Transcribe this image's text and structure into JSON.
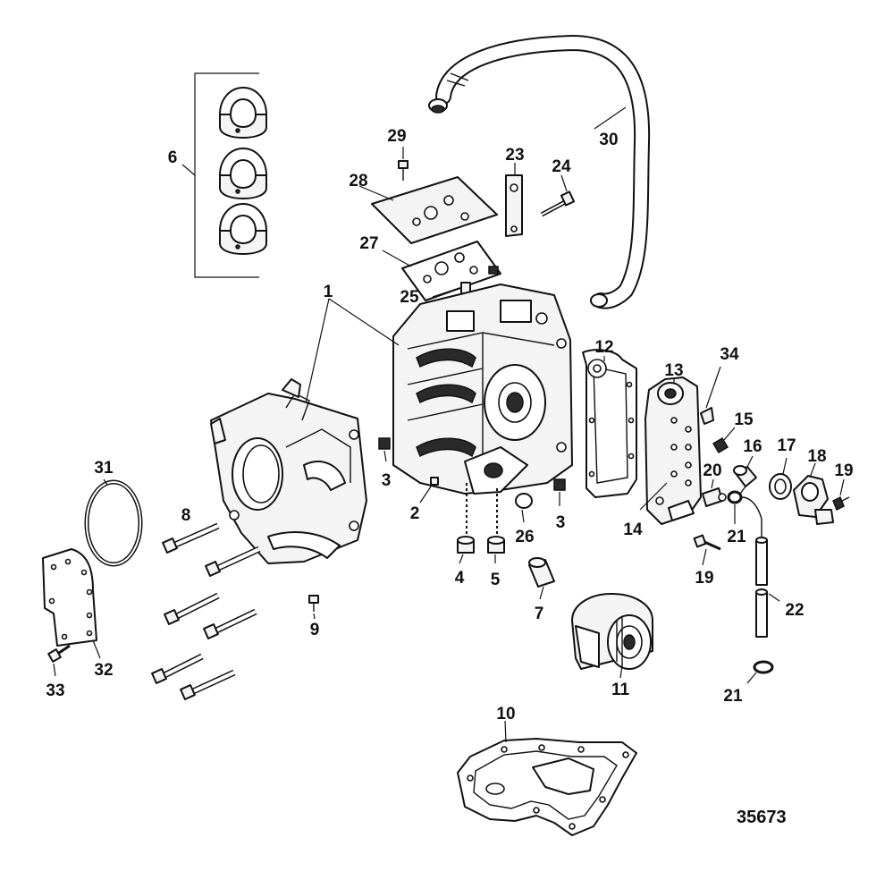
{
  "figure_number": "35673",
  "callouts": [
    {
      "id": "c1",
      "text": "1"
    },
    {
      "id": "c2",
      "text": "2"
    },
    {
      "id": "c3a",
      "text": "3"
    },
    {
      "id": "c3b",
      "text": "3"
    },
    {
      "id": "c4",
      "text": "4"
    },
    {
      "id": "c5",
      "text": "5"
    },
    {
      "id": "c6",
      "text": "6"
    },
    {
      "id": "c7",
      "text": "7"
    },
    {
      "id": "c8",
      "text": "8"
    },
    {
      "id": "c9",
      "text": "9"
    },
    {
      "id": "c10",
      "text": "10"
    },
    {
      "id": "c11",
      "text": "11"
    },
    {
      "id": "c12",
      "text": "12"
    },
    {
      "id": "c13",
      "text": "13"
    },
    {
      "id": "c14",
      "text": "14"
    },
    {
      "id": "c15",
      "text": "15"
    },
    {
      "id": "c16",
      "text": "16"
    },
    {
      "id": "c17",
      "text": "17"
    },
    {
      "id": "c18",
      "text": "18"
    },
    {
      "id": "c19a",
      "text": "19"
    },
    {
      "id": "c19b",
      "text": "19"
    },
    {
      "id": "c20",
      "text": "20"
    },
    {
      "id": "c21a",
      "text": "21"
    },
    {
      "id": "c21b",
      "text": "21"
    },
    {
      "id": "c22",
      "text": "22"
    },
    {
      "id": "c23",
      "text": "23"
    },
    {
      "id": "c24",
      "text": "24"
    },
    {
      "id": "c25",
      "text": "25"
    },
    {
      "id": "c26",
      "text": "26"
    },
    {
      "id": "c27",
      "text": "27"
    },
    {
      "id": "c28",
      "text": "28"
    },
    {
      "id": "c29",
      "text": "29"
    },
    {
      "id": "c30",
      "text": "30"
    },
    {
      "id": "c31",
      "text": "31"
    },
    {
      "id": "c32",
      "text": "32"
    },
    {
      "id": "c33",
      "text": "33"
    },
    {
      "id": "c34",
      "text": "34"
    }
  ]
}
